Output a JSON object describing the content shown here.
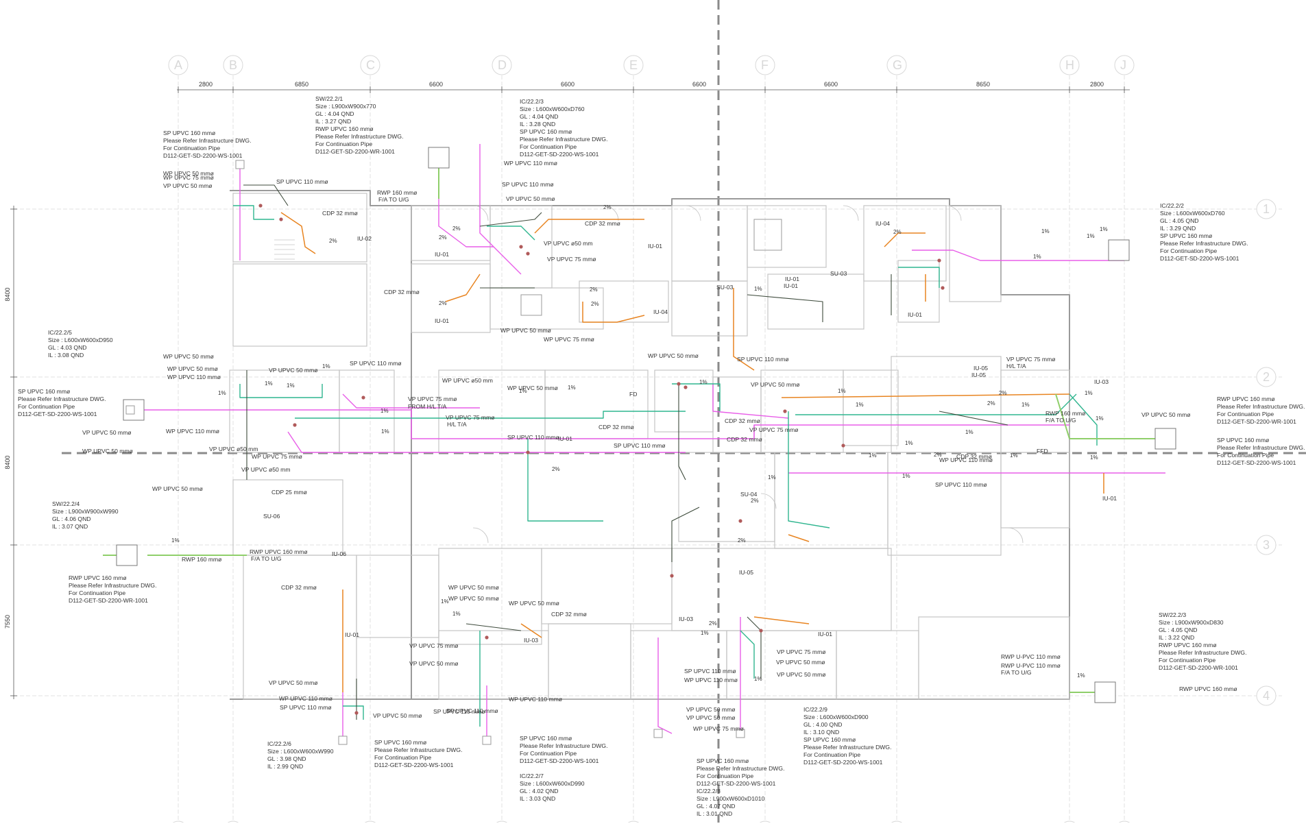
{
  "grid": {
    "columns": [
      "A",
      "B",
      "C",
      "D",
      "E",
      "F",
      "G",
      "H",
      "J"
    ],
    "rows": [
      "1",
      "2",
      "3",
      "4"
    ],
    "column_spacings": [
      "2800",
      "6850",
      "6600",
      "6600",
      "6600",
      "6600",
      "8650",
      "2800"
    ],
    "row_spacings": [
      "8400",
      "8400",
      "7550"
    ]
  },
  "rooms": [
    "IU-02",
    "IU-01",
    "IU-01",
    "IU-01",
    "IU-01",
    "SU-03",
    "SU-03",
    "IU-01",
    "IU-04",
    "IU-04",
    "IU-01",
    "IU-05",
    "IU-05",
    "IU-03",
    "IU-01",
    "IU-01",
    "SU-06",
    "IU-06",
    "IU-01",
    "IU-03",
    "SU-04",
    "IU-05",
    "IU-03",
    "IU-01"
  ],
  "callouts": {
    "sw_22_2_1": [
      "SW/22.2/1",
      "Size : L900xW900x770",
      "GL : 4.04 QND",
      "IL : 3.27 QND",
      "RWP UPVC 160 mmø",
      "Please Refer Infrastructure DWG.",
      "For Continuation Pipe",
      "D112-GET-SD-2200-WR-1001"
    ],
    "ic_22_2_3": [
      "IC/22.2/3",
      "Size : L600xW600xD760",
      "GL : 4.04 QND",
      "IL : 3.28 QND",
      "SP UPVC 160 mmø",
      "Please Refer Infrastructure DWG.",
      "For Continuation Pipe",
      "D112-GET-SD-2200-WS-1001"
    ],
    "sp_top_left": [
      "SP UPVC 160 mmø",
      "Please Refer Infrastructure DWG.",
      "For Continuation Pipe",
      "D112-GET-SD-2200-WS-1001"
    ],
    "ic_22_2_2": [
      "IC/22.2/2",
      "Size : L600xW600xD760",
      "GL : 4.05 QND",
      "IL : 3.29 QND",
      "SP UPVC 160 mmø",
      "Please Refer Infrastructure DWG.",
      "For Continuation Pipe",
      "D112-GET-SD-2200-WS-1001"
    ],
    "ic_22_2_5": [
      "IC/22.2/5",
      "Size : L600xW600xD950",
      "GL : 4.03 QND",
      "IL : 3.08 QND"
    ],
    "sp_left": [
      "SP UPVC 160 mmø",
      "Please Refer Infrastructure DWG.",
      "For Continuation Pipe",
      "D112-GET-SD-2200-WS-1001"
    ],
    "sw_22_2_4": [
      "SW/22.2/4",
      "Size : L900xW900xW990",
      "GL : 4.06 QND",
      "IL : 3.07 QND"
    ],
    "rwp_left": [
      "RWP UPVC 160 mmø",
      "Please Refer Infrastructure DWG.",
      "For Continuation Pipe",
      "D112-GET-SD-2200-WR-1001"
    ],
    "rwp_right": [
      "RWP UPVC 160 mmø",
      "Please Refer Infrastructure DWG.",
      "For Continuation Pipe",
      "D112-GET-SD-2200-WR-1001"
    ],
    "sp_right": [
      "SP UPVC 160 mmø",
      "Please Refer Infrastructure DWG.",
      "For Continuation Pipe",
      "D112-GET-SD-2200-WS-1001"
    ],
    "sw_22_2_3": [
      "SW/22.2/3",
      "Size : L900xW900xD830",
      "GL : 4.05 QND",
      "IL : 3.22 QND",
      "RWP UPVC 160 mmø",
      "Please Refer Infrastructure DWG.",
      "For Continuation Pipe",
      "D112-GET-SD-2200-WR-1001"
    ],
    "ic_22_2_6": [
      "IC/22.2/6",
      "Size : L600xW600xW990",
      "GL : 3.98 QND",
      "IL : 2.99 QND"
    ],
    "sp_bottom_1": [
      "SP UPVC 160 mmø",
      "Please Refer Infrastructure DWG.",
      "For Continuation Pipe",
      "D112-GET-SD-2200-WS-1001"
    ],
    "sp_bottom_2": [
      "SP UPVC 160 mmø",
      "Please Refer Infrastructure DWG.",
      "For Continuation Pipe",
      "D112-GET-SD-2200-WS-1001"
    ],
    "ic_22_2_7": [
      "IC/22.2/7",
      "Size : L600xW600xD990",
      "GL : 4.02 QND",
      "IL : 3.03 QND"
    ],
    "sp_bottom_3": [
      "SP UPVC 160 mmø",
      "Please Refer Infrastructure DWG.",
      "For Continuation Pipe",
      "D112-GET-SD-2200-WS-1001",
      "IC/22.2/8",
      "Size : L900xW600xD1010",
      "GL : 4.07 QND",
      "IL : 3.01 QND"
    ],
    "ic_22_2_9": [
      "IC/22.2/9",
      "Size : L600xW600xD900",
      "GL : 4.00 QND",
      "IL : 3.10 QND",
      "SP UPVC 160 mmø",
      "Please Refer Infrastructure DWG.",
      "For Continuation Pipe",
      "D112-GET-SD-2200-WS-1001"
    ]
  },
  "pipe_labels": [
    "SP UPVC 110 mmø",
    "WP UPVC 50 mmø",
    "WP UPVC 75 mmø",
    "VP UPVC 50 mmø",
    "CDP 32 mmø",
    "RWP 160 mmø",
    "F/A TO U/G",
    "SP UPVC 110 mmø",
    "VP UPVC 50 mmø",
    "WP UPVC 110 mmø",
    "VP UPVC ø50 mm",
    "VP UPVC 75 mmø",
    "CDP 32 mmø",
    "WP UPVC 50 mmø",
    "WP UPVC 75 mmø",
    "CDP 32 mmø",
    "WP UPVC 50 mmø",
    "WP UPVC 50 mmø",
    "VP UPVC 50 mmø",
    "WP UPVC 110 mmø",
    "SP UPVC 110 mmø",
    "WP UPVC 110 mmø",
    "VP UPVC ø50 mm",
    "VP UPVC 50 mmø",
    "WP UPVC 50 mmø",
    "WP UPVC 75 mmø",
    "VP UPVC ø50 mm",
    "WP UPVC 50 mmø",
    "WP UPVC ø50 mm",
    "VP UPVC 75 mmø",
    "FROM H/L T/A",
    "VP UPVC 75 mmø",
    "H/L T/A",
    "SP UPVC 110 mmø",
    "SP UPVC 110 mmø",
    "WP UPVC 50 mmø",
    "SP UPVC 110 mmø",
    "WP UPVC 50 mmø",
    "CDP 32 mmø",
    "VP UPVC 50 mmø",
    "VP UPVC 75 mmø",
    "CDP 32 mmø",
    "CDP 32 mmø",
    "VP UPVC 75 mmø",
    "H/L T/A",
    "RWP 160 mmø",
    "F/A TO U/G",
    "VP UPVC 50 mmø",
    "RWP UPVC 160 mmø",
    "CDP 25 mmø",
    "RWP 160 mmø",
    "RWP UPVC 160 mmø",
    "F/A TO U/G",
    "CDP 32 mmø",
    "WP UPVC 50 mmø",
    "WP UPVC 50 mmø",
    "WP UPVC 50 mmø",
    "CDP 32 mmø",
    "VP UPVC 75 mmø",
    "VP UPVC 50 mmø",
    "VP UPVC 50 mmø",
    "WP UPVC 110 mmø",
    "SP UPVC 110 mmø",
    "SP UPVC 110 mmø",
    "WP UPVC 110 mmø",
    "VP UPVC 50 mmø",
    "SP UPVC 110 mmø",
    "RWP U-PVC 110 mmø",
    "RWP U-PVC 110 mmø",
    "F/A TO U/G",
    "VP UPVC 75 mmø",
    "VP UPVC 50 mmø",
    "VP UPVC 50 mmø",
    "SP UPVC 110 mmø",
    "WP UPVC 110 mmø",
    "VP UPVC 50 mmø",
    "VP UPVC 50 mmø",
    "WP UPVC 75 mmø",
    "FD",
    "FFD",
    "CDP 32 mmø",
    "WP UPVC 110 mmø",
    "SP UPVC 110 mmø"
  ],
  "slope": "1%",
  "slope_alt": "2%",
  "colors": {
    "wall": "#9a9a9a",
    "wall_light": "#c4c4c4",
    "grid": "#d9d9d9",
    "sp_pipe": "#e85ee8",
    "wp_pipe": "#2fb58f",
    "vp_pipe": "#3d4a3b",
    "cdp_pipe": "#e88420",
    "rwp_pipe": "#8fcf6a",
    "text": "#333333",
    "section": "#8a8a8a"
  }
}
